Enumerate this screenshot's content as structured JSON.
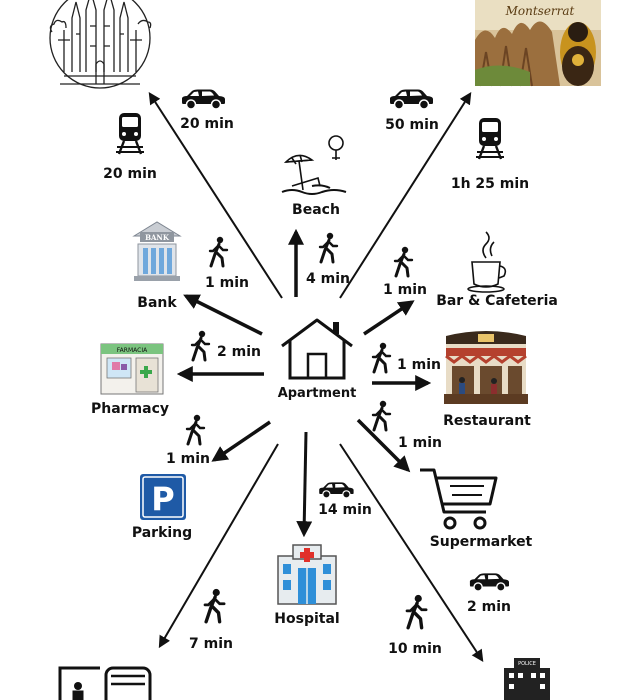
{
  "center": {
    "label": "Apartment"
  },
  "destinations": {
    "beach": {
      "label": "Beach",
      "walk": "4 min"
    },
    "bank": {
      "label": "Bank",
      "walk": "1 min"
    },
    "bar": {
      "label": "Bar & Cafeteria",
      "walk": "1 min"
    },
    "pharmacy": {
      "label": "Pharmacy",
      "walk": "2 min"
    },
    "restaurant": {
      "label": "Restaurant",
      "walk": "1 min"
    },
    "parking": {
      "label": "Parking",
      "walk": "1 min",
      "sign_letter": "P"
    },
    "supermarket": {
      "label": "Supermarket",
      "walk": "1 min"
    },
    "hospital": {
      "label": "Hospital",
      "car": "14 min"
    },
    "sagrada": {
      "car": "20 min",
      "train": "20 min"
    },
    "montserrat": {
      "title": "Montserrat",
      "car": "50 min",
      "train": "1h 25 min"
    },
    "transport": {
      "walk": "7 min"
    },
    "police": {
      "car": "2 min",
      "walk": "10 min",
      "sign": "POLICE"
    }
  },
  "colors": {
    "line": "#111111",
    "parking_sign": "#1f5aa6",
    "hospital_cross": "#e0302a",
    "hospital_glass": "#2f8fd8"
  },
  "icons": [
    "walking-person-icon",
    "car-icon",
    "train-icon",
    "house-icon",
    "bank-icon",
    "beach-icon",
    "coffee-cup-icon",
    "pharmacy-icon",
    "restaurant-icon",
    "parking-icon",
    "shopping-cart-icon",
    "hospital-icon",
    "sagrada-familia-icon",
    "montserrat-picture",
    "bus-stop-icon",
    "police-station-icon"
  ]
}
